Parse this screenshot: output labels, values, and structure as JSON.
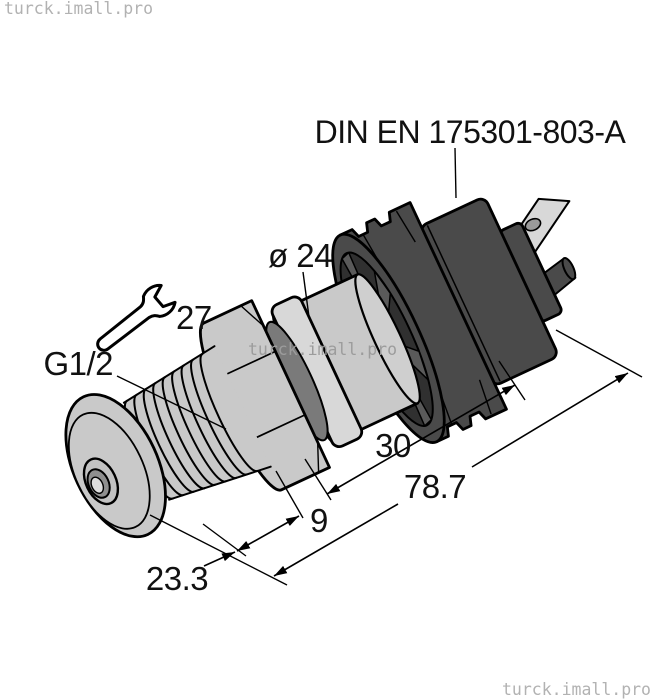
{
  "watermarks": {
    "top_left": "turck.imall.pro",
    "center": "turck.imall.pro",
    "bottom_right": "turck.imall.pro"
  },
  "labels": {
    "connector_standard": "DIN EN 175301-803-A",
    "body_diameter": "ø 24",
    "wrench_size": "27",
    "thread_size": "G1/2"
  },
  "dimensions": {
    "body_length": "30",
    "overall_length": "78.7",
    "collar_length": "9",
    "thread_length": "23.3"
  },
  "icons": {
    "wrench_icon": "open-end-wrench"
  },
  "colors": {
    "background": "#ffffff",
    "body_gray": "#c9c9c9",
    "body_light": "#d8d8d8",
    "connector_dark": "#4a4a4a",
    "connector_recess": "#303030",
    "oring_gray": "#7a7a7a",
    "outline_black": "#000000",
    "watermark_gray": "#b2b2b2",
    "text_black": "#111111"
  }
}
